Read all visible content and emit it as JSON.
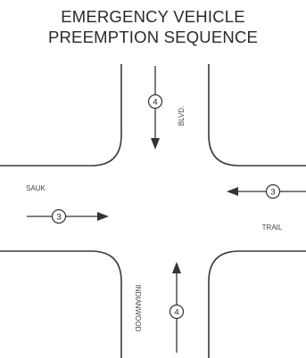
{
  "title": {
    "line1": "EMERGENCY VEHICLE",
    "line2": "PREEMPTION SEQUENCE"
  },
  "streets": {
    "north": "BLVD.",
    "west": "SAUK",
    "east": "TRAIL",
    "south": "INDIANWOOD"
  },
  "phases": {
    "north_approach": "4",
    "east_approach": "3",
    "west_approach": "3",
    "south_approach": "4"
  }
}
